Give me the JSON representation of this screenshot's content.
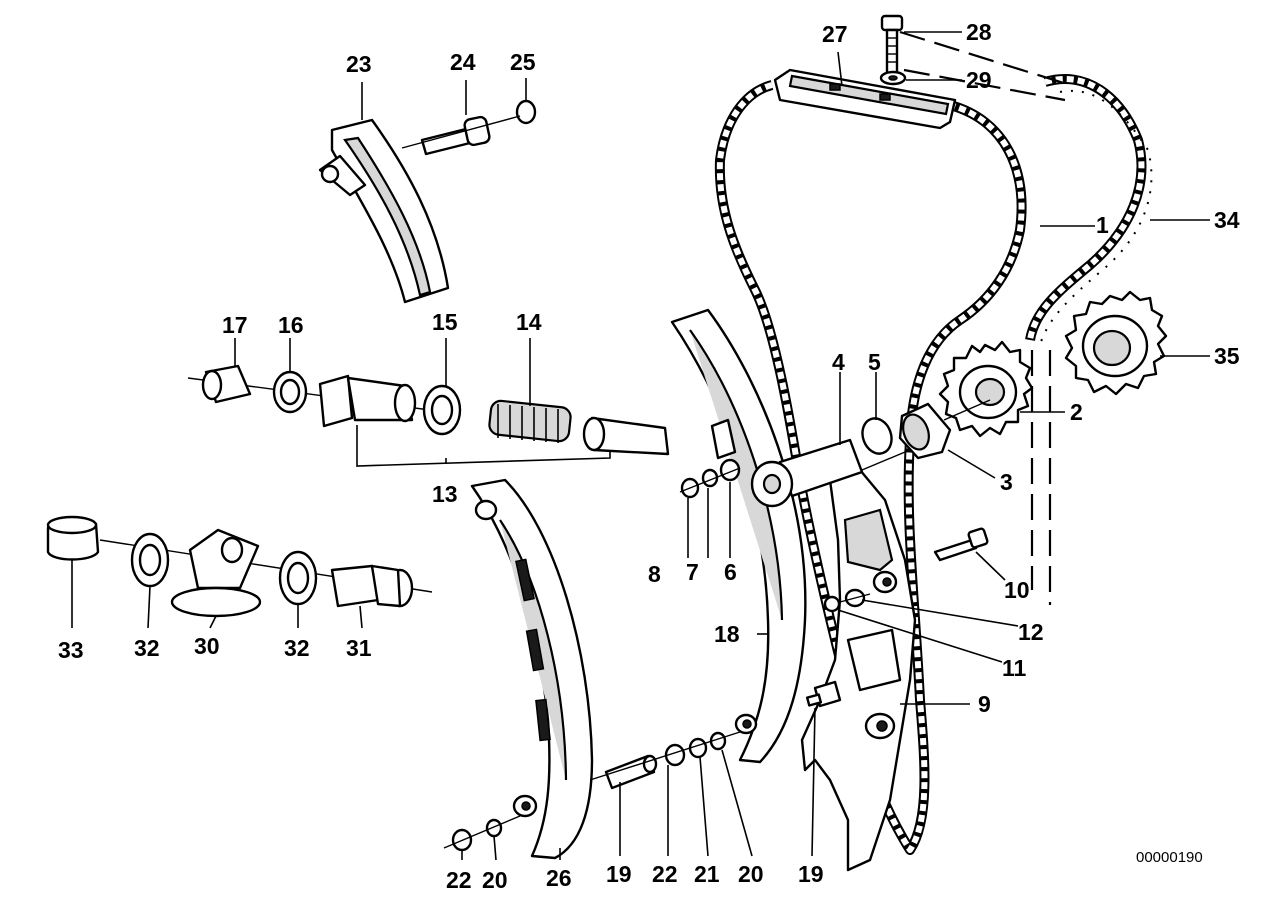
{
  "diagram": {
    "reference_number": "00000190",
    "part_labels": {
      "p1": "1",
      "p2": "2",
      "p3": "3",
      "p4": "4",
      "p5": "5",
      "p6": "6",
      "p7": "7",
      "p8": "8",
      "p9": "9",
      "p10": "10",
      "p11": "11",
      "p12": "12",
      "p13": "13",
      "p14": "14",
      "p15": "15",
      "p16": "16",
      "p17": "17",
      "p18": "18",
      "p19a": "19",
      "p19b": "19",
      "p20a": "20",
      "p20b": "20",
      "p21": "21",
      "p22a": "22",
      "p22b": "22",
      "p23": "23",
      "p24": "24",
      "p25": "25",
      "p26": "26",
      "p27": "27",
      "p28": "28",
      "p29": "29",
      "p30": "30",
      "p31": "31",
      "p32a": "32",
      "p32b": "32",
      "p33": "33",
      "p34": "34",
      "p35": "35"
    }
  }
}
